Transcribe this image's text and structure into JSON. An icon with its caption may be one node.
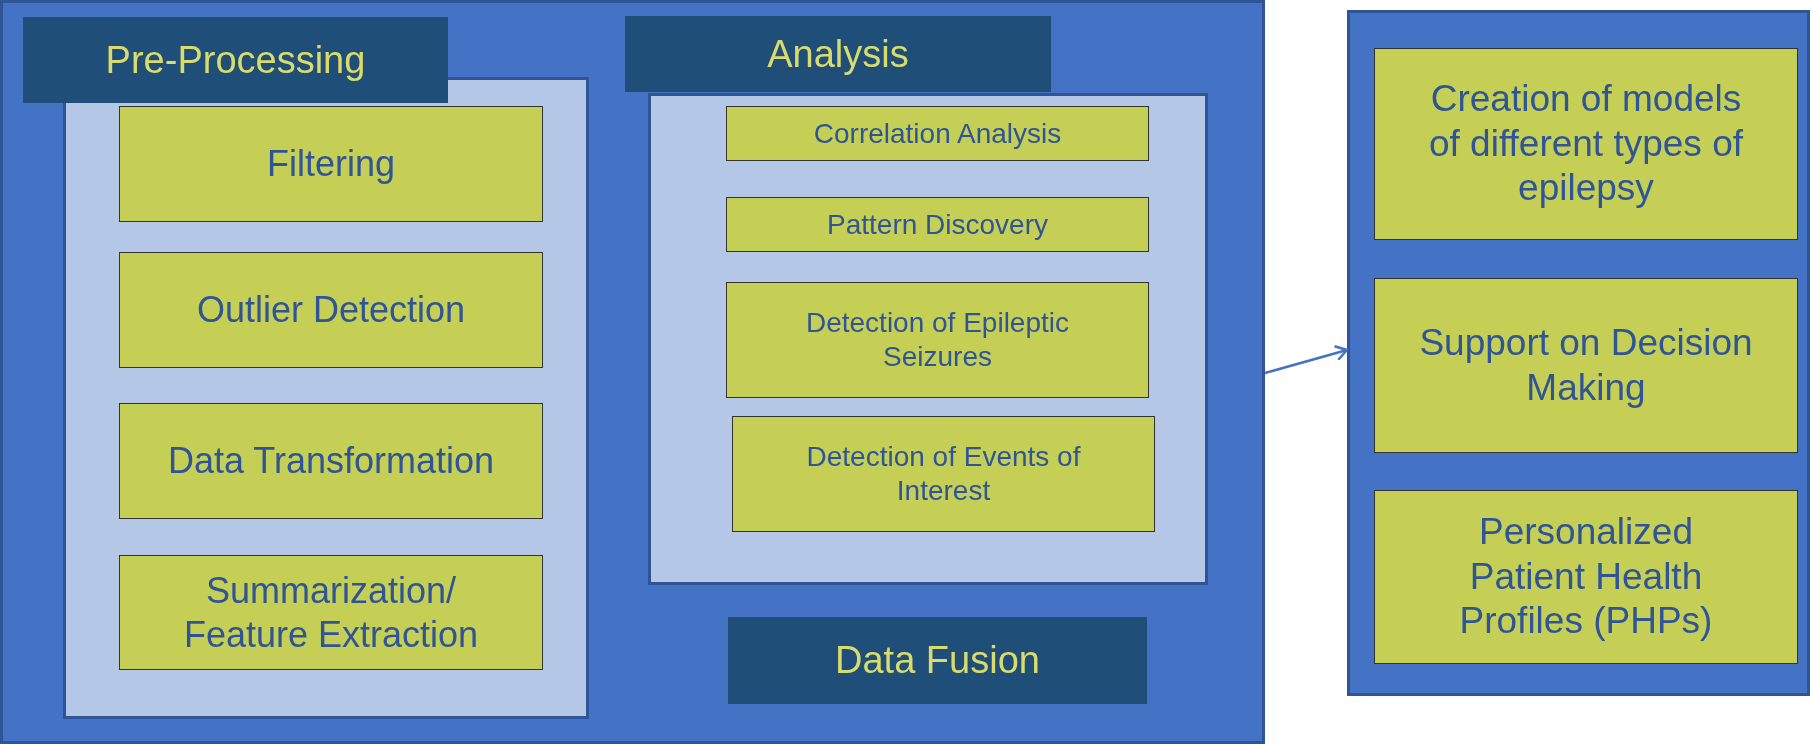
{
  "diagram": {
    "nodes": [
      {
        "text": [],
        "shape": "box"
      },
      {
        "text": [
          "Pre-Processing"
        ],
        "in": 0
      },
      {
        "text": [],
        "shape": "box",
        "in": 0
      },
      {
        "text": [
          "Filtering"
        ],
        "in": 2
      },
      {
        "text": [
          "Outlier Detection"
        ],
        "in": 2
      },
      {
        "text": [
          "Data Transformation"
        ],
        "in": 2
      },
      {
        "text": [
          "Summarization/ Feature Extraction"
        ],
        "in": 2
      },
      {
        "text": [
          "Analysis"
        ],
        "in": 0
      },
      {
        "text": [],
        "shape": "box",
        "in": 0
      },
      {
        "text": [
          "Correlation Analysis"
        ],
        "in": 8
      },
      {
        "text": [
          "Pattern Discovery"
        ],
        "in": 8
      },
      {
        "text": [
          "Detection of Epileptic Seizures"
        ],
        "in": 8
      },
      {
        "text": [
          "Detection of Events of Interest"
        ],
        "in": 8
      },
      {
        "text": [
          "Data Fusion"
        ],
        "in": 0
      },
      {
        "text": [],
        "shape": "box"
      },
      {
        "text": [
          "Creation of models of different types of epilepsy"
        ],
        "in": 14
      },
      {
        "text": [
          "Support on Decision Making"
        ],
        "in": 14
      },
      {
        "text": [
          "Personalized Patient Health Profiles (PHPs)"
        ],
        "in": 14
      }
    ],
    "edges": [
      {
        "from": 0,
        "to": 14,
        "arrow": "to"
      }
    ]
  }
}
